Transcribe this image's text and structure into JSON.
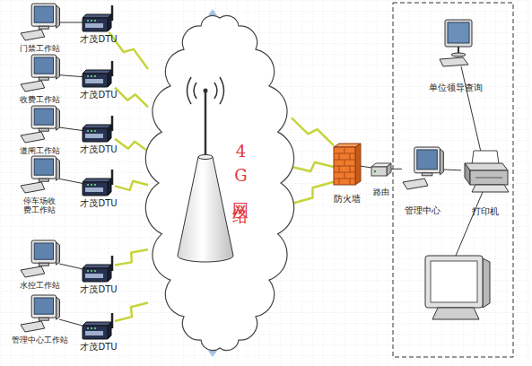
{
  "diagram": {
    "nodes": [
      {
        "text": [
          "门禁工作站"
        ]
      },
      {
        "text": [
          "才茂DTU"
        ]
      },
      {
        "text": [
          "收费工作站"
        ]
      },
      {
        "text": [
          "才茂DTU"
        ]
      },
      {
        "text": [
          "道闸工作站"
        ]
      },
      {
        "text": [
          "才茂DTU"
        ]
      },
      {
        "text": [
          "停车场收 费工作站"
        ]
      },
      {
        "text": [
          "才茂DTU"
        ]
      },
      {
        "text": [
          "水控工作站"
        ]
      },
      {
        "text": [
          "才茂DTU"
        ]
      },
      {
        "text": [
          "管理中心工作站"
        ]
      },
      {
        "text": [
          "才茂DTU"
        ]
      },
      {
        "text": [
          "4G网络"
        ]
      },
      {
        "text": [
          "防火墙"
        ]
      },
      {
        "text": [
          "路由"
        ]
      },
      {
        "text": [
          "管理中心"
        ]
      },
      {
        "text": [
          "单位领导查询"
        ]
      },
      {
        "text": [
          "打印机"
        ]
      }
    ],
    "edges": [
      {
        "from": 0,
        "to": 1,
        "arrow": "none"
      },
      {
        "from": 2,
        "to": 3,
        "arrow": "none"
      },
      {
        "from": 4,
        "to": 5,
        "arrow": "none"
      },
      {
        "from": 6,
        "to": 7,
        "arrow": "none"
      },
      {
        "from": 8,
        "to": 9,
        "arrow": "none"
      },
      {
        "from": 10,
        "to": 11,
        "arrow": "none"
      },
      {
        "from": 1,
        "to": 12,
        "arrow": "none"
      },
      {
        "from": 3,
        "to": 12,
        "arrow": "none"
      },
      {
        "from": 5,
        "to": 12,
        "arrow": "none"
      },
      {
        "from": 7,
        "to": 12,
        "arrow": "none"
      },
      {
        "from": 9,
        "to": 12,
        "arrow": "none"
      },
      {
        "from": 11,
        "to": 12,
        "arrow": "none"
      },
      {
        "from": 12,
        "to": 13,
        "arrow": "none"
      },
      {
        "from": 12,
        "to": 13,
        "arrow": "none"
      },
      {
        "from": 12,
        "to": 13,
        "arrow": "none"
      },
      {
        "from": 13,
        "to": 14,
        "arrow": "none"
      },
      {
        "from": 14,
        "to": 15,
        "arrow": "none"
      },
      {
        "from": 15,
        "to": 17,
        "arrow": "none"
      },
      {
        "from": 16,
        "to": 17,
        "arrow": "none"
      }
    ]
  }
}
